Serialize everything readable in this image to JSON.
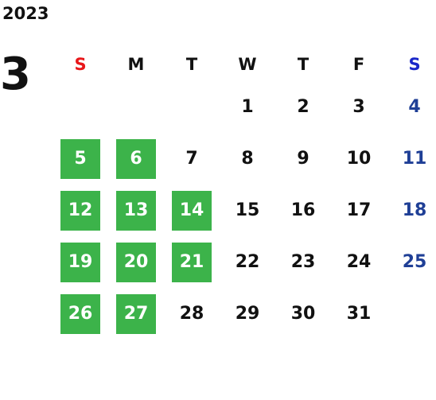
{
  "year": "2023",
  "month": "3",
  "colors": {
    "sunday_header": "#e8171a",
    "saturday_header": "#1a27c9",
    "saturday_date": "#1f3f96",
    "default_text": "#111111",
    "highlight_bg": "#3cb34a",
    "highlight_text": "#ffffff"
  },
  "weekdays": [
    "S",
    "M",
    "T",
    "W",
    "T",
    "F",
    "S"
  ],
  "days": [
    {
      "label": "1",
      "col": 4,
      "row": 1
    },
    {
      "label": "2",
      "col": 5,
      "row": 1
    },
    {
      "label": "3",
      "col": 6,
      "row": 1
    },
    {
      "label": "4",
      "col": 7,
      "row": 1
    },
    {
      "label": "5",
      "col": 1,
      "row": 2,
      "highlight": true
    },
    {
      "label": "6",
      "col": 2,
      "row": 2,
      "highlight": true
    },
    {
      "label": "7",
      "col": 3,
      "row": 2
    },
    {
      "label": "8",
      "col": 4,
      "row": 2
    },
    {
      "label": "9",
      "col": 5,
      "row": 2
    },
    {
      "label": "10",
      "col": 6,
      "row": 2
    },
    {
      "label": "11",
      "col": 7,
      "row": 2
    },
    {
      "label": "12",
      "col": 1,
      "row": 3,
      "highlight": true
    },
    {
      "label": "13",
      "col": 2,
      "row": 3,
      "highlight": true
    },
    {
      "label": "14",
      "col": 3,
      "row": 3,
      "highlight": true
    },
    {
      "label": "15",
      "col": 4,
      "row": 3
    },
    {
      "label": "16",
      "col": 5,
      "row": 3
    },
    {
      "label": "17",
      "col": 6,
      "row": 3
    },
    {
      "label": "18",
      "col": 7,
      "row": 3
    },
    {
      "label": "19",
      "col": 1,
      "row": 4,
      "highlight": true
    },
    {
      "label": "20",
      "col": 2,
      "row": 4,
      "highlight": true
    },
    {
      "label": "21",
      "col": 3,
      "row": 4,
      "highlight": true
    },
    {
      "label": "22",
      "col": 4,
      "row": 4
    },
    {
      "label": "23",
      "col": 5,
      "row": 4
    },
    {
      "label": "24",
      "col": 6,
      "row": 4
    },
    {
      "label": "25",
      "col": 7,
      "row": 4
    },
    {
      "label": "26",
      "col": 1,
      "row": 5,
      "highlight": true
    },
    {
      "label": "27",
      "col": 2,
      "row": 5,
      "highlight": true
    },
    {
      "label": "28",
      "col": 3,
      "row": 5
    },
    {
      "label": "29",
      "col": 4,
      "row": 5
    },
    {
      "label": "30",
      "col": 5,
      "row": 5
    },
    {
      "label": "31",
      "col": 6,
      "row": 5
    }
  ]
}
